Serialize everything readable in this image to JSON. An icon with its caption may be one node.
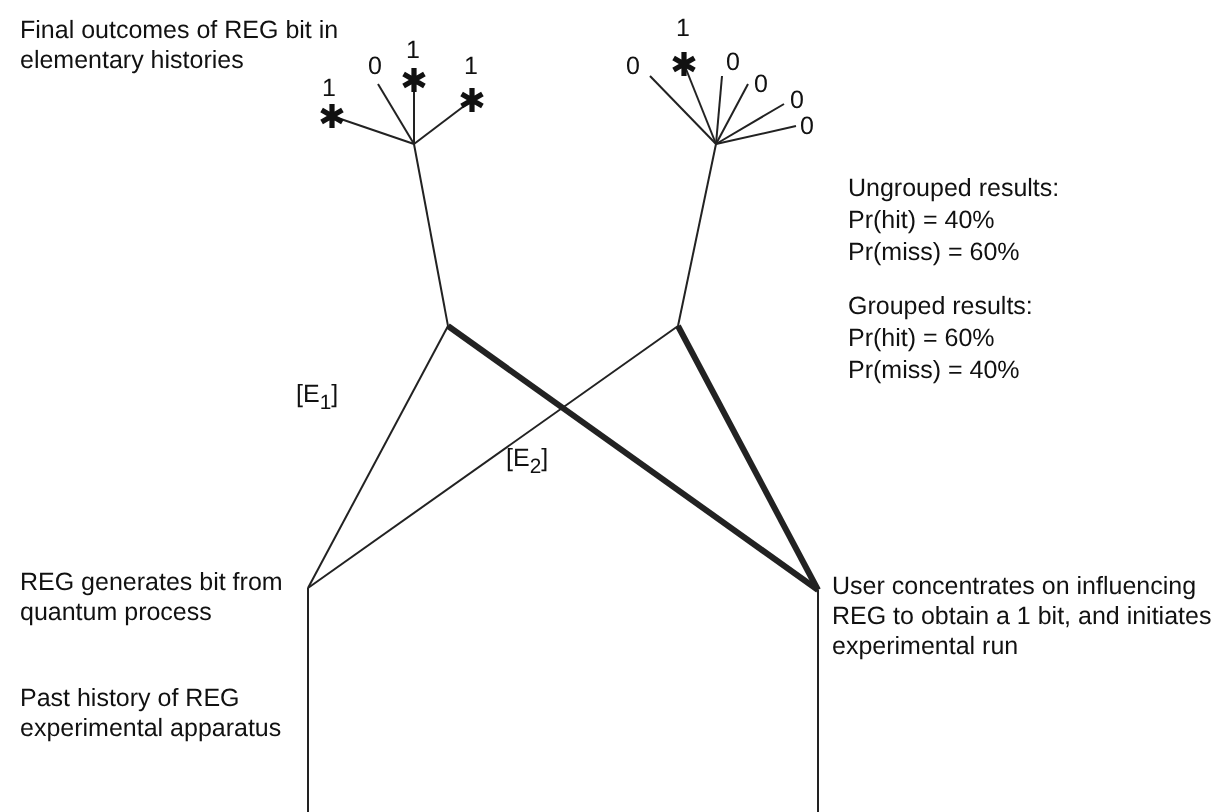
{
  "diagram": {
    "labels": [
      "Final outcomes of REG bit in elementary histories",
      "1",
      "0",
      "1",
      "1",
      "1",
      "0",
      "0",
      "0",
      "0",
      "0",
      "Ungrouped results:",
      "Pr(hit) = 40%",
      "Pr(miss) = 60%",
      "Grouped results:",
      "Pr(hit) = 60%",
      "Pr(miss) = 40%",
      "[E$_{1}$]",
      "[E$_{2}$]",
      "REG generates bit from quantum process",
      "User concentrates on influencing REG to obtain a 1 bit, and initiates experimental run",
      "Past history of REG experimental apparatus"
    ]
  }
}
